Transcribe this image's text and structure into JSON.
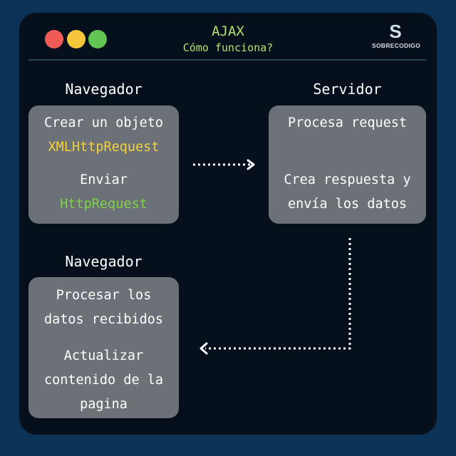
{
  "header": {
    "title": "AJAX",
    "subtitle": "Cómo funciona?",
    "logo_letter": "S",
    "logo_text": "SOBRECODIGO"
  },
  "colors": {
    "accent_green": "#b6e06f",
    "highlight_yellow": "#f2d23f",
    "highlight_green": "#7fd34a"
  },
  "browser_top": {
    "heading": "Navegador",
    "step1": "Crear un objeto",
    "step1_code": "XMLHttpRequest",
    "step2": "Enviar",
    "step2_code": "HttpRequest"
  },
  "server": {
    "heading": "Servidor",
    "step1": "Procesa request",
    "step2_line1": "Crea respuesta y",
    "step2_line2": "envía los datos"
  },
  "browser_bottom": {
    "heading": "Navegador",
    "line1": "Procesar los",
    "line2": "datos recibidos",
    "line3": "Actualizar",
    "line4": "contenido de la",
    "line5": "pagina"
  }
}
